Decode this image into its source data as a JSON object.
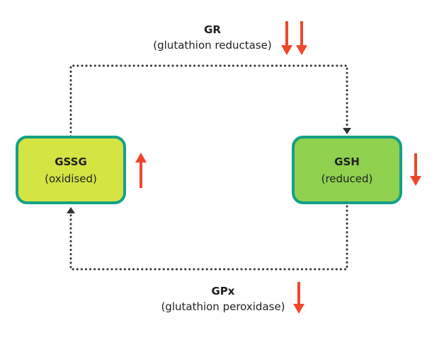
{
  "nodes": {
    "gssg": {
      "title": "GSSG",
      "subtitle": "(oxidised)",
      "fill": "#d4e443",
      "trend": "up"
    },
    "gsh": {
      "title": "GSH",
      "subtitle": "(reduced)",
      "fill": "#8fd14f",
      "trend": "down"
    }
  },
  "enzymes": {
    "gr": {
      "title": "GR",
      "subtitle": "(glutathion reductase)",
      "trend": "down-down"
    },
    "gpx": {
      "title": "GPx",
      "subtitle": "(glutathion peroxidase)",
      "trend": "down"
    }
  },
  "colors": {
    "border": "#14a087",
    "arrow": "#f0462a",
    "connector": "#333333"
  }
}
